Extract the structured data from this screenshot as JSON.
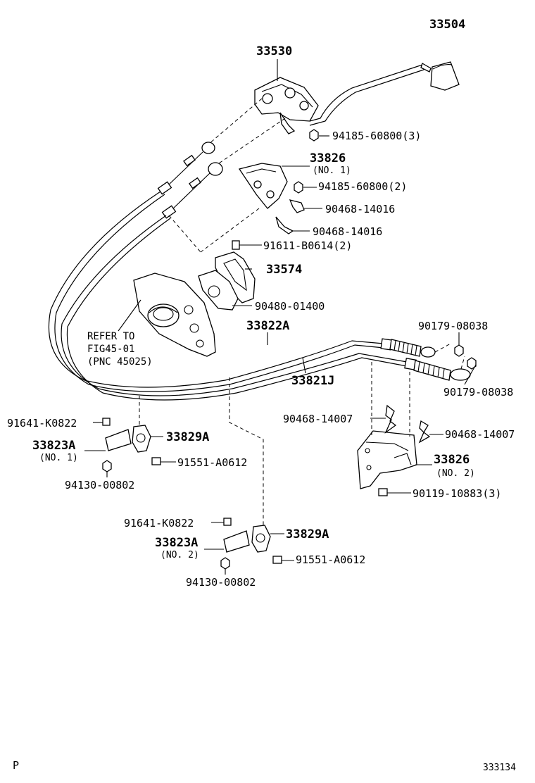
{
  "labels": {
    "p33504": "33504",
    "p33530": "33530",
    "p94185_1": "94185-60800(3)",
    "p33826_1": "33826",
    "p33826_1_sub": "(NO. 1)",
    "p94185_2": "94185-60800(2)",
    "p90468_14016_a": "90468-14016",
    "p90468_14016_b": "90468-14016",
    "p91611": "91611-B0614(2)",
    "p33574": "33574",
    "p90480": "90480-01400",
    "refer1": "REFER TO",
    "refer2": "FIG45-01",
    "refer3": "(PNC 45025)",
    "p33822A": "33822A",
    "p90179_a": "90179-08038",
    "p33821J": "33821J",
    "p90179_b": "90179-08038",
    "p91641_a": "91641-K0822",
    "p33829A_a": "33829A",
    "p33823A_a": "33823A",
    "p33823A_a_sub": "(NO. 1)",
    "p91551_a": "91551-A0612",
    "p94130_a": "94130-00802",
    "p90468_14007_a": "90468-14007",
    "p90468_14007_b": "90468-14007",
    "p33826_2": "33826",
    "p33826_2_sub": "(NO. 2)",
    "p90119": "90119-10883(3)",
    "p91641_b": "91641-K0822",
    "p33829A_b": "33829A",
    "p33823A_b": "33823A",
    "p33823A_b_sub": "(NO. 2)",
    "p91551_b": "91551-A0612",
    "p94130_b": "94130-00802",
    "corner_left": "P",
    "corner_right": "333134"
  }
}
